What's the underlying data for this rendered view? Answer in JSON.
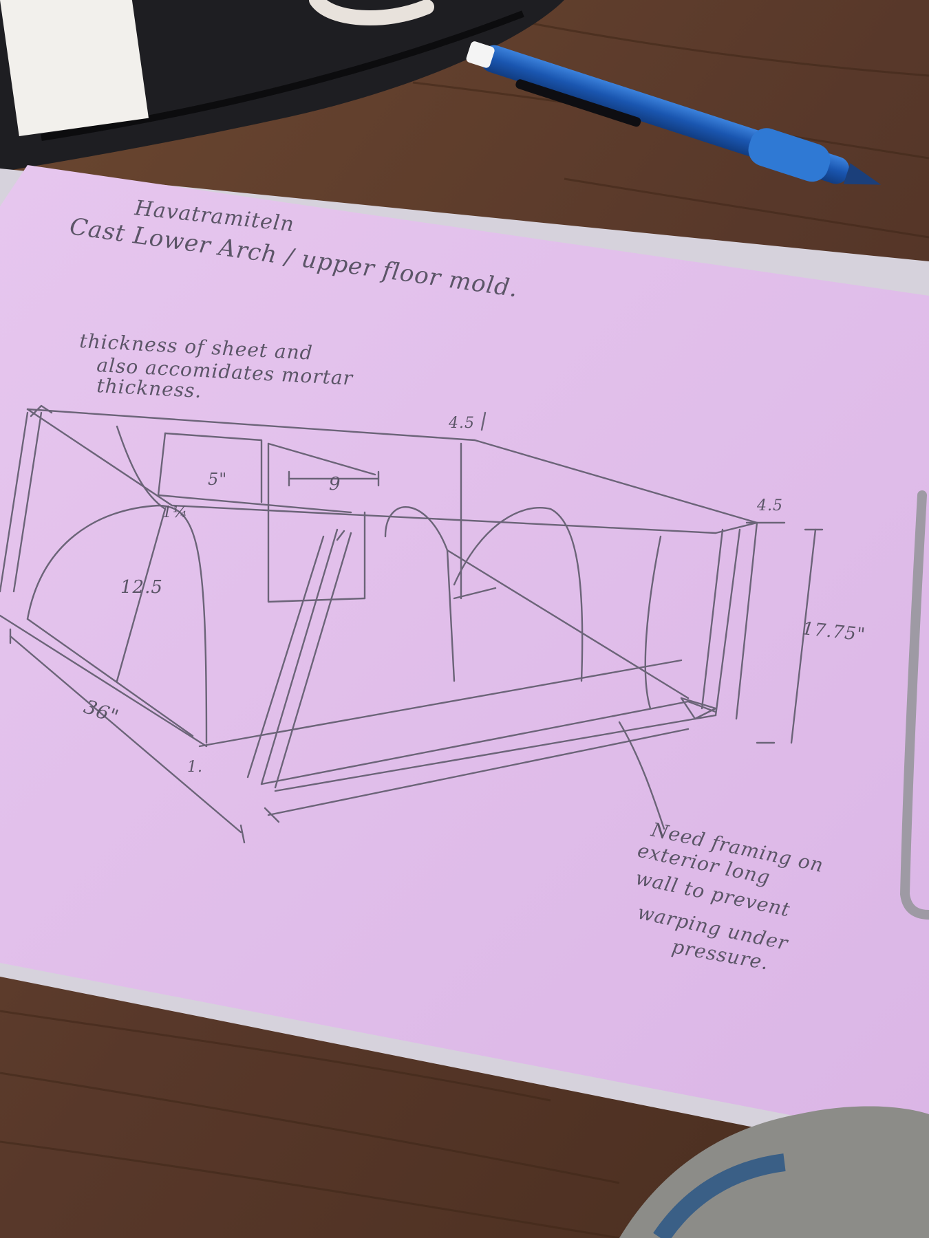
{
  "colors": {
    "desk": "#5a3a26",
    "desk_grain": "#3f2718",
    "clipboard": "#d8d4df",
    "paper": "#e2c0ea",
    "pencil_line": "#6b6478",
    "pen_body": "#1f5fb8",
    "bag": "#1e1e22"
  },
  "sketch": {
    "title_line1": "Havatramiteln",
    "title_line2": "Cast Lower Arch / upper floor mold.",
    "note_top_1": "thickness of sheet and",
    "note_top_2": "also accomidates mortar",
    "note_top_3": "thickness.",
    "dim_45_top": "4.5",
    "dim_45_right": "4.5",
    "dim_5": "5\"",
    "dim_9": "9",
    "dim_1_25": "1¼",
    "dim_12_5": "12.5",
    "dim_17_75": "17.75\"",
    "dim_36": "36\"",
    "dim_1": "1.",
    "note_bottom_1": "Need framing on",
    "note_bottom_2": "exterior long",
    "note_bottom_3": "wall to prevent",
    "note_bottom_4": "warping under",
    "note_bottom_5": "pressure."
  }
}
